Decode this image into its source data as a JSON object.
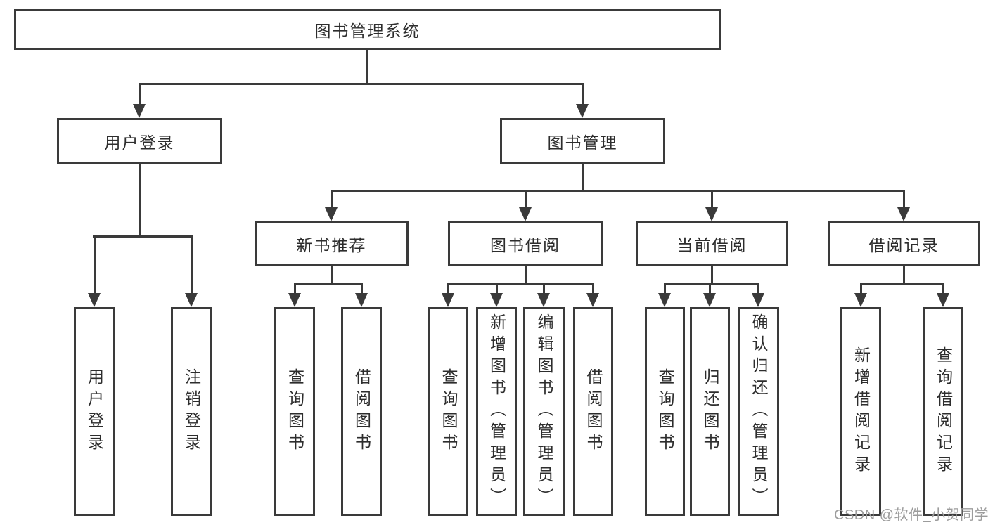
{
  "nodes": {
    "root": "图书管理系统",
    "user_login": "用户登录",
    "book_mgmt": "图书管理",
    "new_book_rec": "新书推荐",
    "book_borrow": "图书借阅",
    "current_borrow": "当前借阅",
    "borrow_records": "借阅记录"
  },
  "leaves": [
    "用户登录",
    "注销登录",
    "查询图书",
    "借阅图书",
    "查询图书",
    "新增图书（管理员）",
    "编辑图书（管理员）",
    "借阅图书",
    "查询图书",
    "归还图书",
    "确认归还（管理员）",
    "新增借阅记录",
    "查询借阅记录"
  ],
  "watermark": "CSDN @软件_小贺同学",
  "colors": {
    "line": "#3a3a3a",
    "text": "#2d2d2d",
    "watermark": "#9c9c9c",
    "background": "#ffffff"
  }
}
